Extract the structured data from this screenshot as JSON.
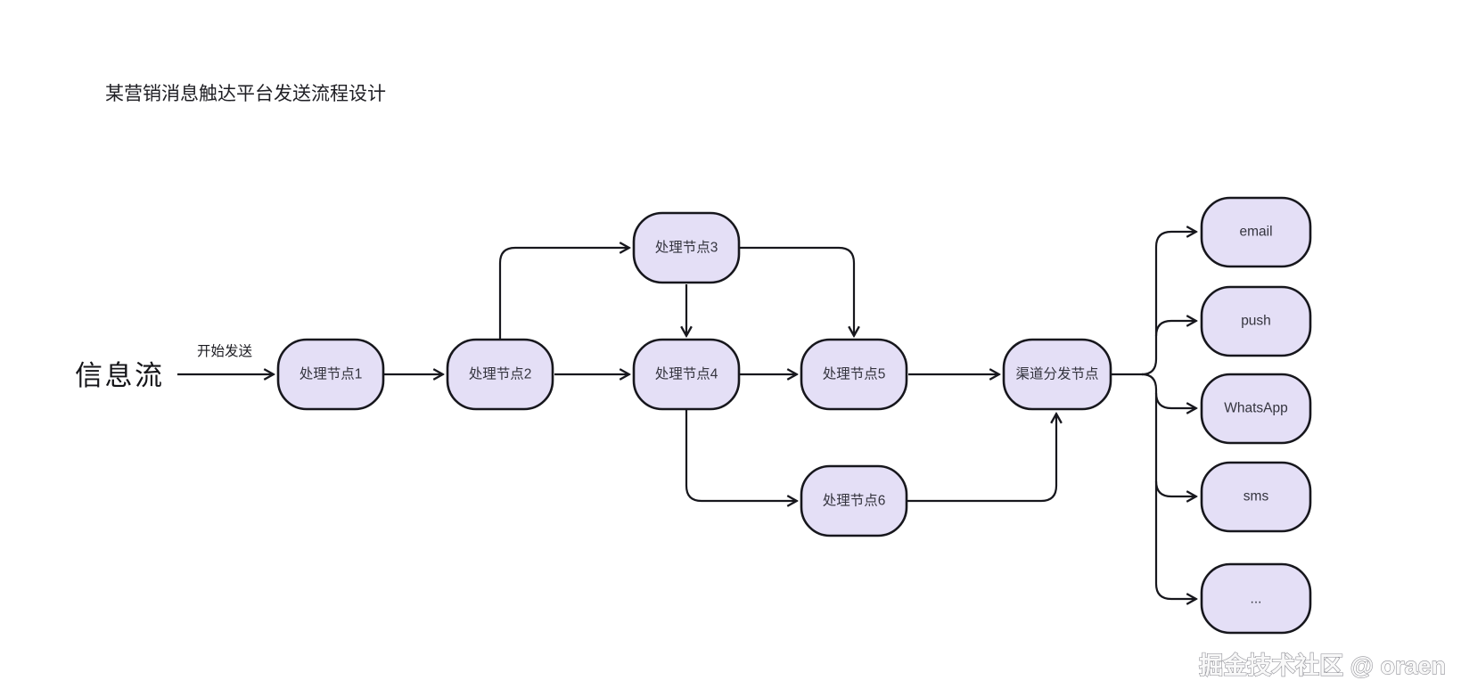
{
  "title": "某营销消息触达平台发送流程设计",
  "source_label": "信息流",
  "start_edge_label": "开始发送",
  "watermark": "掘金技术社区 @ oraen",
  "colors": {
    "node_fill": "#e4dff6",
    "node_stroke": "#17171d",
    "edge": "#17171d",
    "background": "#ffffff"
  },
  "nodes": [
    {
      "id": "n1",
      "label": "处理节点1"
    },
    {
      "id": "n2",
      "label": "处理节点2"
    },
    {
      "id": "n3",
      "label": "处理节点3"
    },
    {
      "id": "n4",
      "label": "处理节点4"
    },
    {
      "id": "n5",
      "label": "处理节点5"
    },
    {
      "id": "n6",
      "label": "处理节点6"
    },
    {
      "id": "dispatch",
      "label": "渠道分发节点"
    },
    {
      "id": "email",
      "label": "email"
    },
    {
      "id": "push",
      "label": "push"
    },
    {
      "id": "whatsapp",
      "label": "WhatsApp"
    },
    {
      "id": "sms",
      "label": "sms"
    },
    {
      "id": "more",
      "label": "..."
    }
  ],
  "edges": [
    {
      "from": "信息流",
      "to": "处理节点1",
      "label": "开始发送"
    },
    {
      "from": "处理节点1",
      "to": "处理节点2"
    },
    {
      "from": "处理节点2",
      "to": "处理节点3"
    },
    {
      "from": "处理节点2",
      "to": "处理节点4"
    },
    {
      "from": "处理节点3",
      "to": "处理节点4"
    },
    {
      "from": "处理节点3",
      "to": "处理节点5"
    },
    {
      "from": "处理节点4",
      "to": "处理节点5"
    },
    {
      "from": "处理节点4",
      "to": "处理节点6"
    },
    {
      "from": "处理节点5",
      "to": "渠道分发节点"
    },
    {
      "from": "处理节点6",
      "to": "渠道分发节点"
    },
    {
      "from": "渠道分发节点",
      "to": "email"
    },
    {
      "from": "渠道分发节点",
      "to": "push"
    },
    {
      "from": "渠道分发节点",
      "to": "WhatsApp"
    },
    {
      "from": "渠道分发节点",
      "to": "sms"
    },
    {
      "from": "渠道分发节点",
      "to": "..."
    }
  ]
}
